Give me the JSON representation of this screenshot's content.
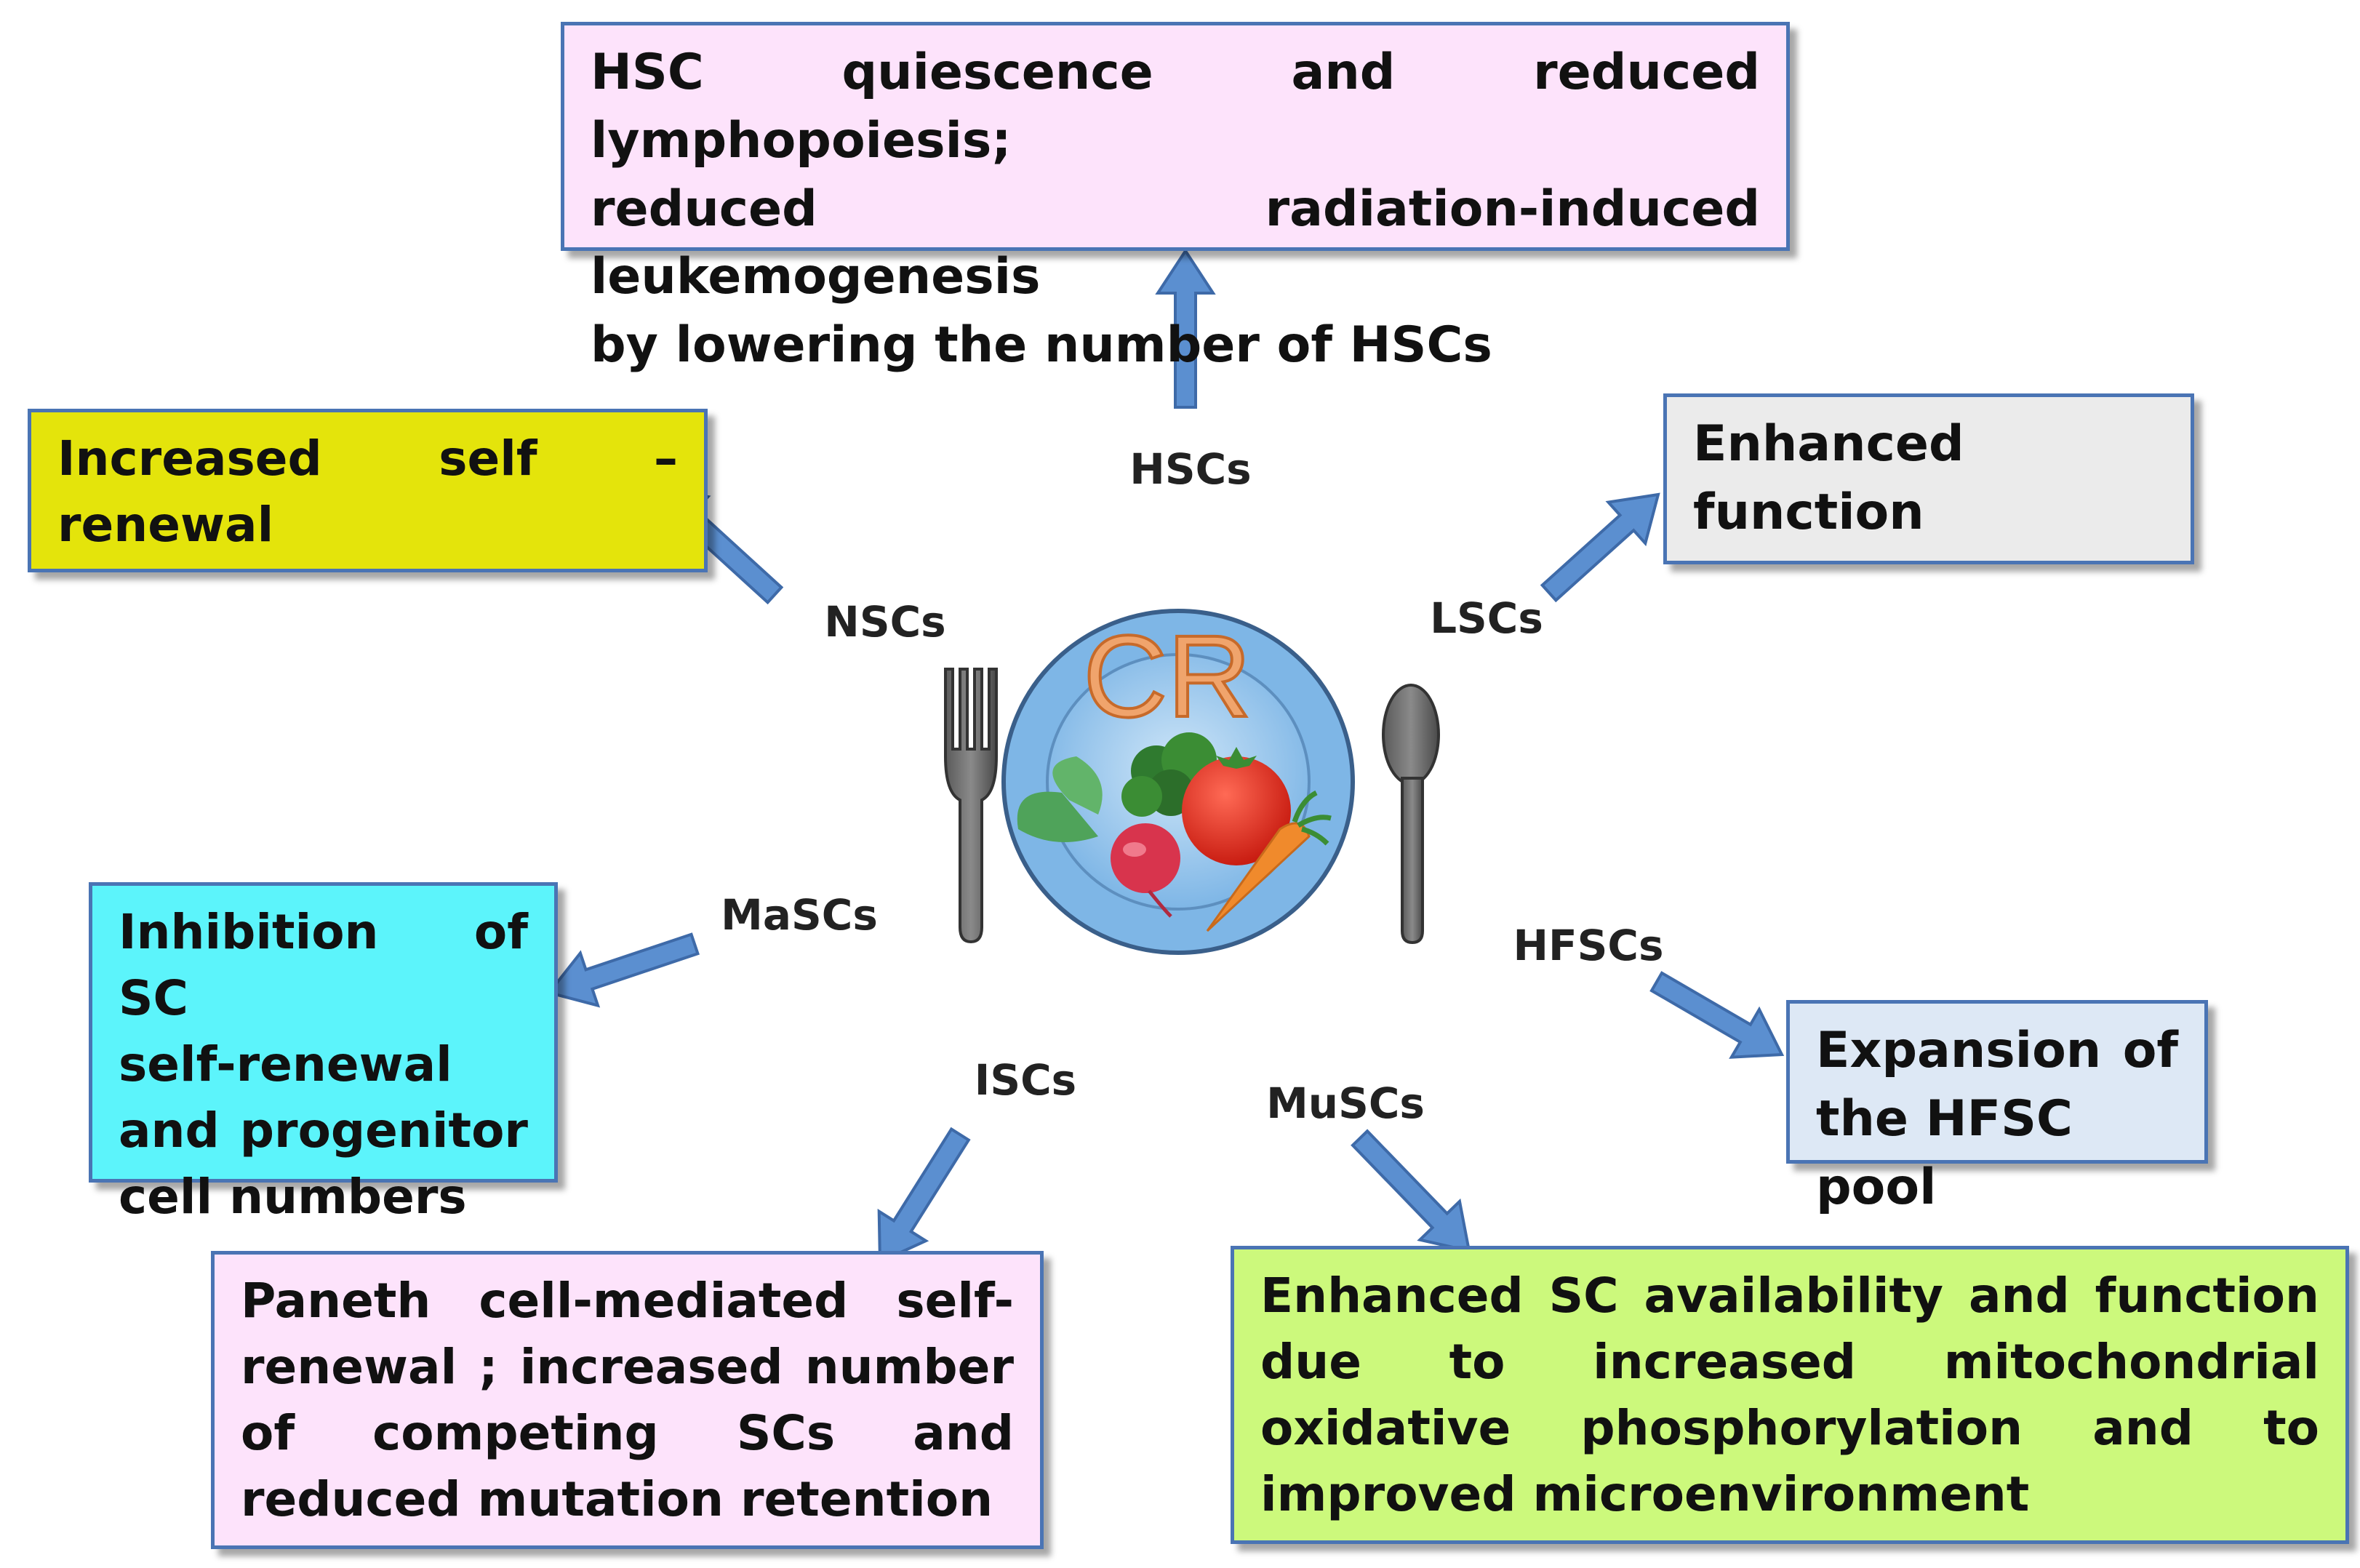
{
  "center": {
    "label": "CR"
  },
  "nodes": [
    {
      "id": "hsc",
      "label": "HSCs",
      "effect_lines": [
        "HSC quiescence and reduced lymphopoiesis;",
        "reduced radiation-induced leukemogenesis",
        "by lowering the number of HSCs"
      ],
      "box_color": "#fde3fb"
    },
    {
      "id": "lsc",
      "label": "LSCs",
      "effect_lines": [
        "Enhanced",
        "function"
      ],
      "box_color": "#ebebeb"
    },
    {
      "id": "hfsc",
      "label": "HFSCs",
      "effect_lines": [
        "Expansion of",
        "the HFSC pool"
      ],
      "box_color": "#dde8f5"
    },
    {
      "id": "musc",
      "label": "MuSCs",
      "effect_lines": [
        "Enhanced SC availability and function",
        "due to increased mitochondrial",
        "oxidative phosphorylation and to",
        "improved microenvironment"
      ],
      "box_color": "#ccf97c"
    },
    {
      "id": "isc",
      "label": "ISCs",
      "effect_lines": [
        "Paneth cell-mediated self-",
        "renewal ; increased number",
        "of competing SCs and",
        "reduced mutation retention"
      ],
      "box_color": "#fde3fb"
    },
    {
      "id": "masc",
      "label": "MaSCs",
      "effect_lines": [
        "Inhibition of SC",
        "self-renewal",
        "and progenitor",
        "cell numbers"
      ],
      "box_color": "#5cf4fb"
    },
    {
      "id": "nsc",
      "label": "NSCs",
      "effect_lines": [
        "Increased self –",
        "renewal"
      ],
      "box_color": "#e4e40b"
    }
  ],
  "colors": {
    "border": "#4a74b4",
    "arrow": "#5b8fd0",
    "cr_text": "#f0a46c",
    "plate": "#7eb6e6"
  },
  "icons": [
    "fork-icon",
    "spoon-icon",
    "plate-icon",
    "vegetables-icon"
  ]
}
